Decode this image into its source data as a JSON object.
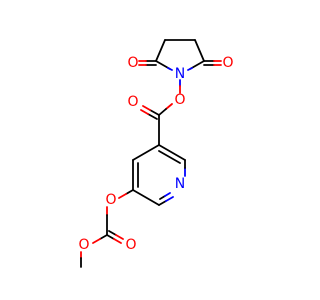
{
  "molecule": {
    "atoms": {
      "o_imide_left": {
        "symbol": "O",
        "color": "#ff0000"
      },
      "o_imide_right": {
        "symbol": "O",
        "color": "#ff0000"
      },
      "n_imide": {
        "symbol": "N",
        "color": "#0000ff"
      },
      "o_ester_link": {
        "symbol": "O",
        "color": "#ff0000"
      },
      "o_ester_carbonyl": {
        "symbol": "O",
        "color": "#ff0000"
      },
      "n_pyridine": {
        "symbol": "N",
        "color": "#0000ff"
      },
      "o_aryl_ether": {
        "symbol": "O",
        "color": "#ff0000"
      },
      "o_carbonate_carbonyl": {
        "symbol": "O",
        "color": "#ff0000"
      },
      "o_methoxy": {
        "symbol": "O",
        "color": "#ff0000"
      }
    }
  }
}
